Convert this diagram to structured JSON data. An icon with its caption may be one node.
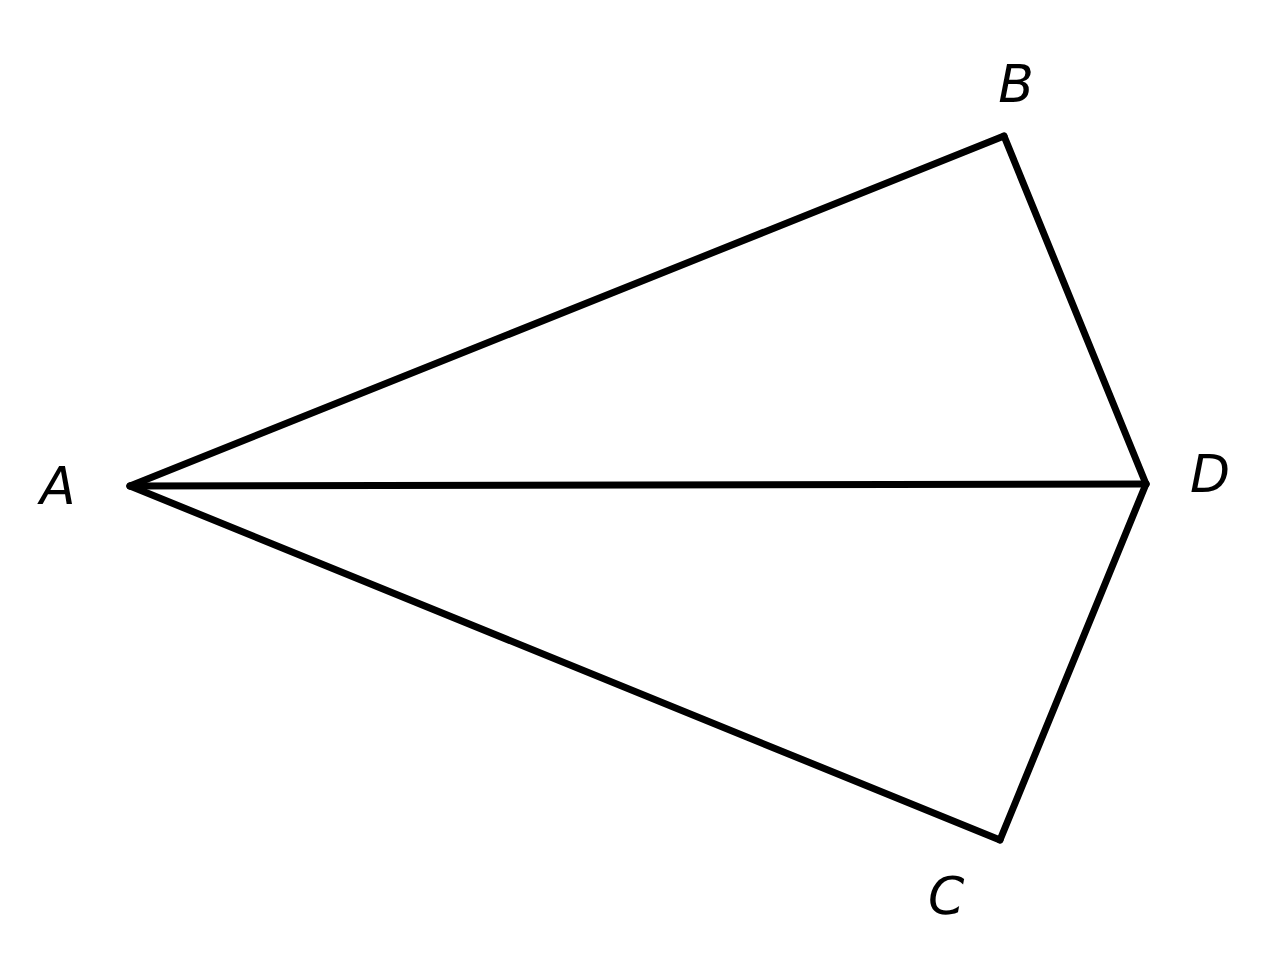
{
  "diagram": {
    "nodes": [
      {
        "text": [
          "A"
        ]
      },
      {
        "text": [
          "B"
        ]
      },
      {
        "text": [
          "D"
        ]
      },
      {
        "text": [
          "C"
        ]
      }
    ],
    "edges": [
      {
        "from": 0,
        "to": 1,
        "arrow": "none"
      },
      {
        "from": 0,
        "to": 2,
        "arrow": "none"
      },
      {
        "from": 0,
        "to": 3,
        "arrow": "none"
      },
      {
        "from": 1,
        "to": 2,
        "arrow": "none"
      },
      {
        "from": 2,
        "to": 3,
        "arrow": "none"
      }
    ]
  }
}
